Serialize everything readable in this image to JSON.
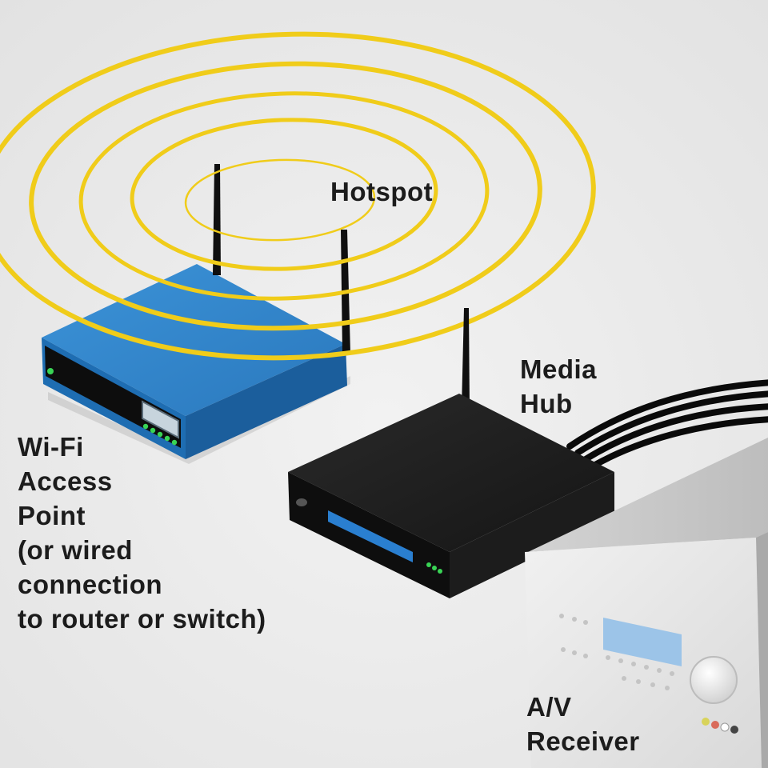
{
  "labels": {
    "hotspot": "Hotspot",
    "media_hub": [
      "Media",
      "Hub"
    ],
    "wifi_access_point": [
      "Wi-Fi",
      "Access",
      "Point",
      "(or wired",
      "connection",
      "to router or switch)"
    ],
    "av_receiver": [
      "A/V",
      "Receiver"
    ]
  },
  "colors": {
    "background": "#efefef",
    "signal_rings": "#f0cc1a",
    "access_point_body": "#2a7fc6",
    "media_hub_body": "#161616",
    "media_hub_display": "#2a7fd0",
    "receiver_body": "#d7d7d7",
    "receiver_display": "#9cc4e8",
    "status_led": "#39d455",
    "label_text": "#1c1c1c"
  },
  "icons": [
    "wifi-signal-rings",
    "wifi-access-point",
    "media-hub",
    "av-receiver",
    "cables"
  ]
}
